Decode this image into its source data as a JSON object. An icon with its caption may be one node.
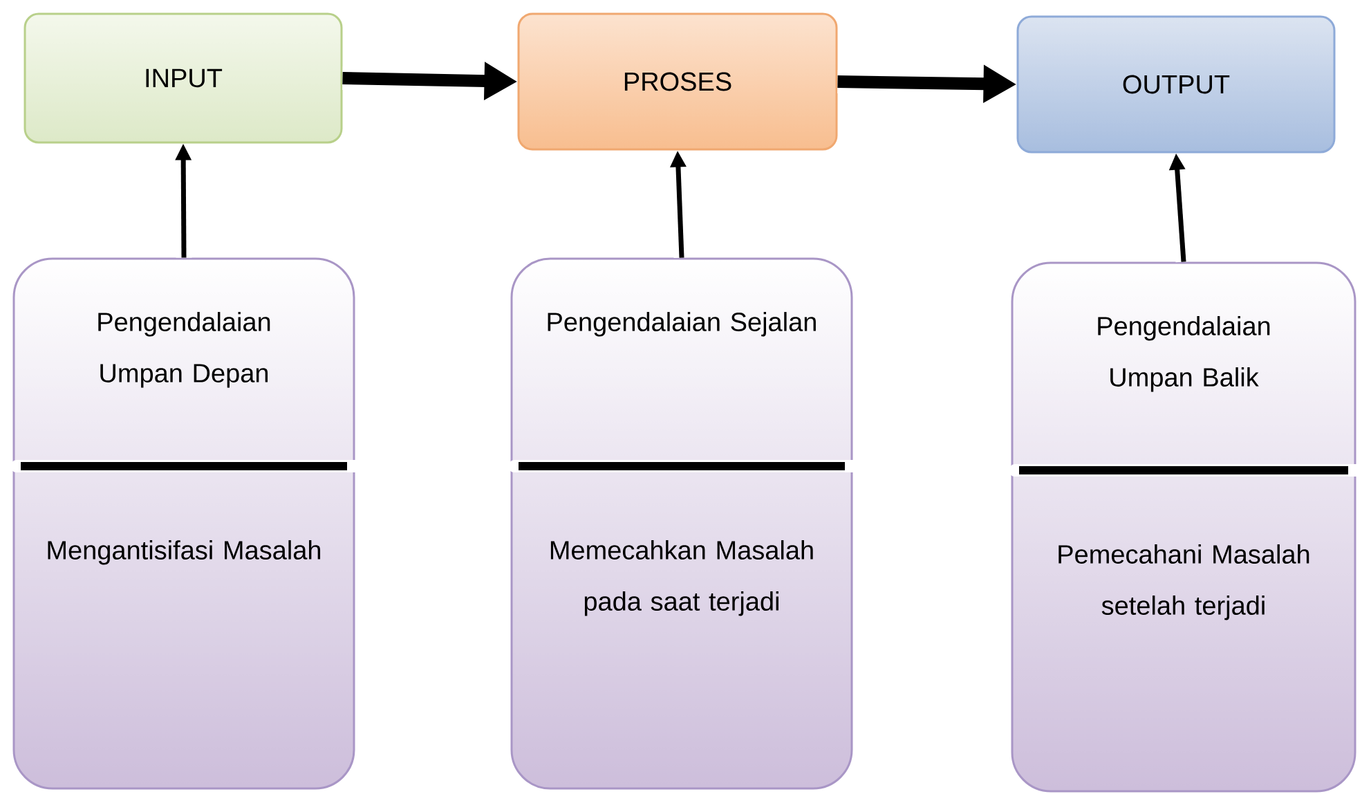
{
  "diagram": {
    "nodes": [
      {
        "text": [
          "INPUT"
        ]
      },
      {
        "text": [
          "PROSES"
        ]
      },
      {
        "text": [
          "OUTPUT"
        ]
      },
      {
        "text": [
          "Pengendalaian Umpan Depan",
          "Mengantisifasi Masalah"
        ]
      },
      {
        "text": [
          "Pengendalaian Sejalan",
          "Memecahkan Masalah pada saat terjadi"
        ]
      },
      {
        "text": [
          "Pengendalaian Umpan Balik",
          "Pemecahani Masalah setelah terjadi"
        ]
      }
    ],
    "edges": [
      {
        "from": 0,
        "to": 1,
        "arrow": "to",
        "style": "thick"
      },
      {
        "from": 1,
        "to": 2,
        "arrow": "to",
        "style": "thick"
      },
      {
        "from": 3,
        "to": 0,
        "arrow": "to"
      },
      {
        "from": 4,
        "to": 1,
        "arrow": "to"
      },
      {
        "from": 5,
        "to": 2,
        "arrow": "to"
      }
    ]
  }
}
